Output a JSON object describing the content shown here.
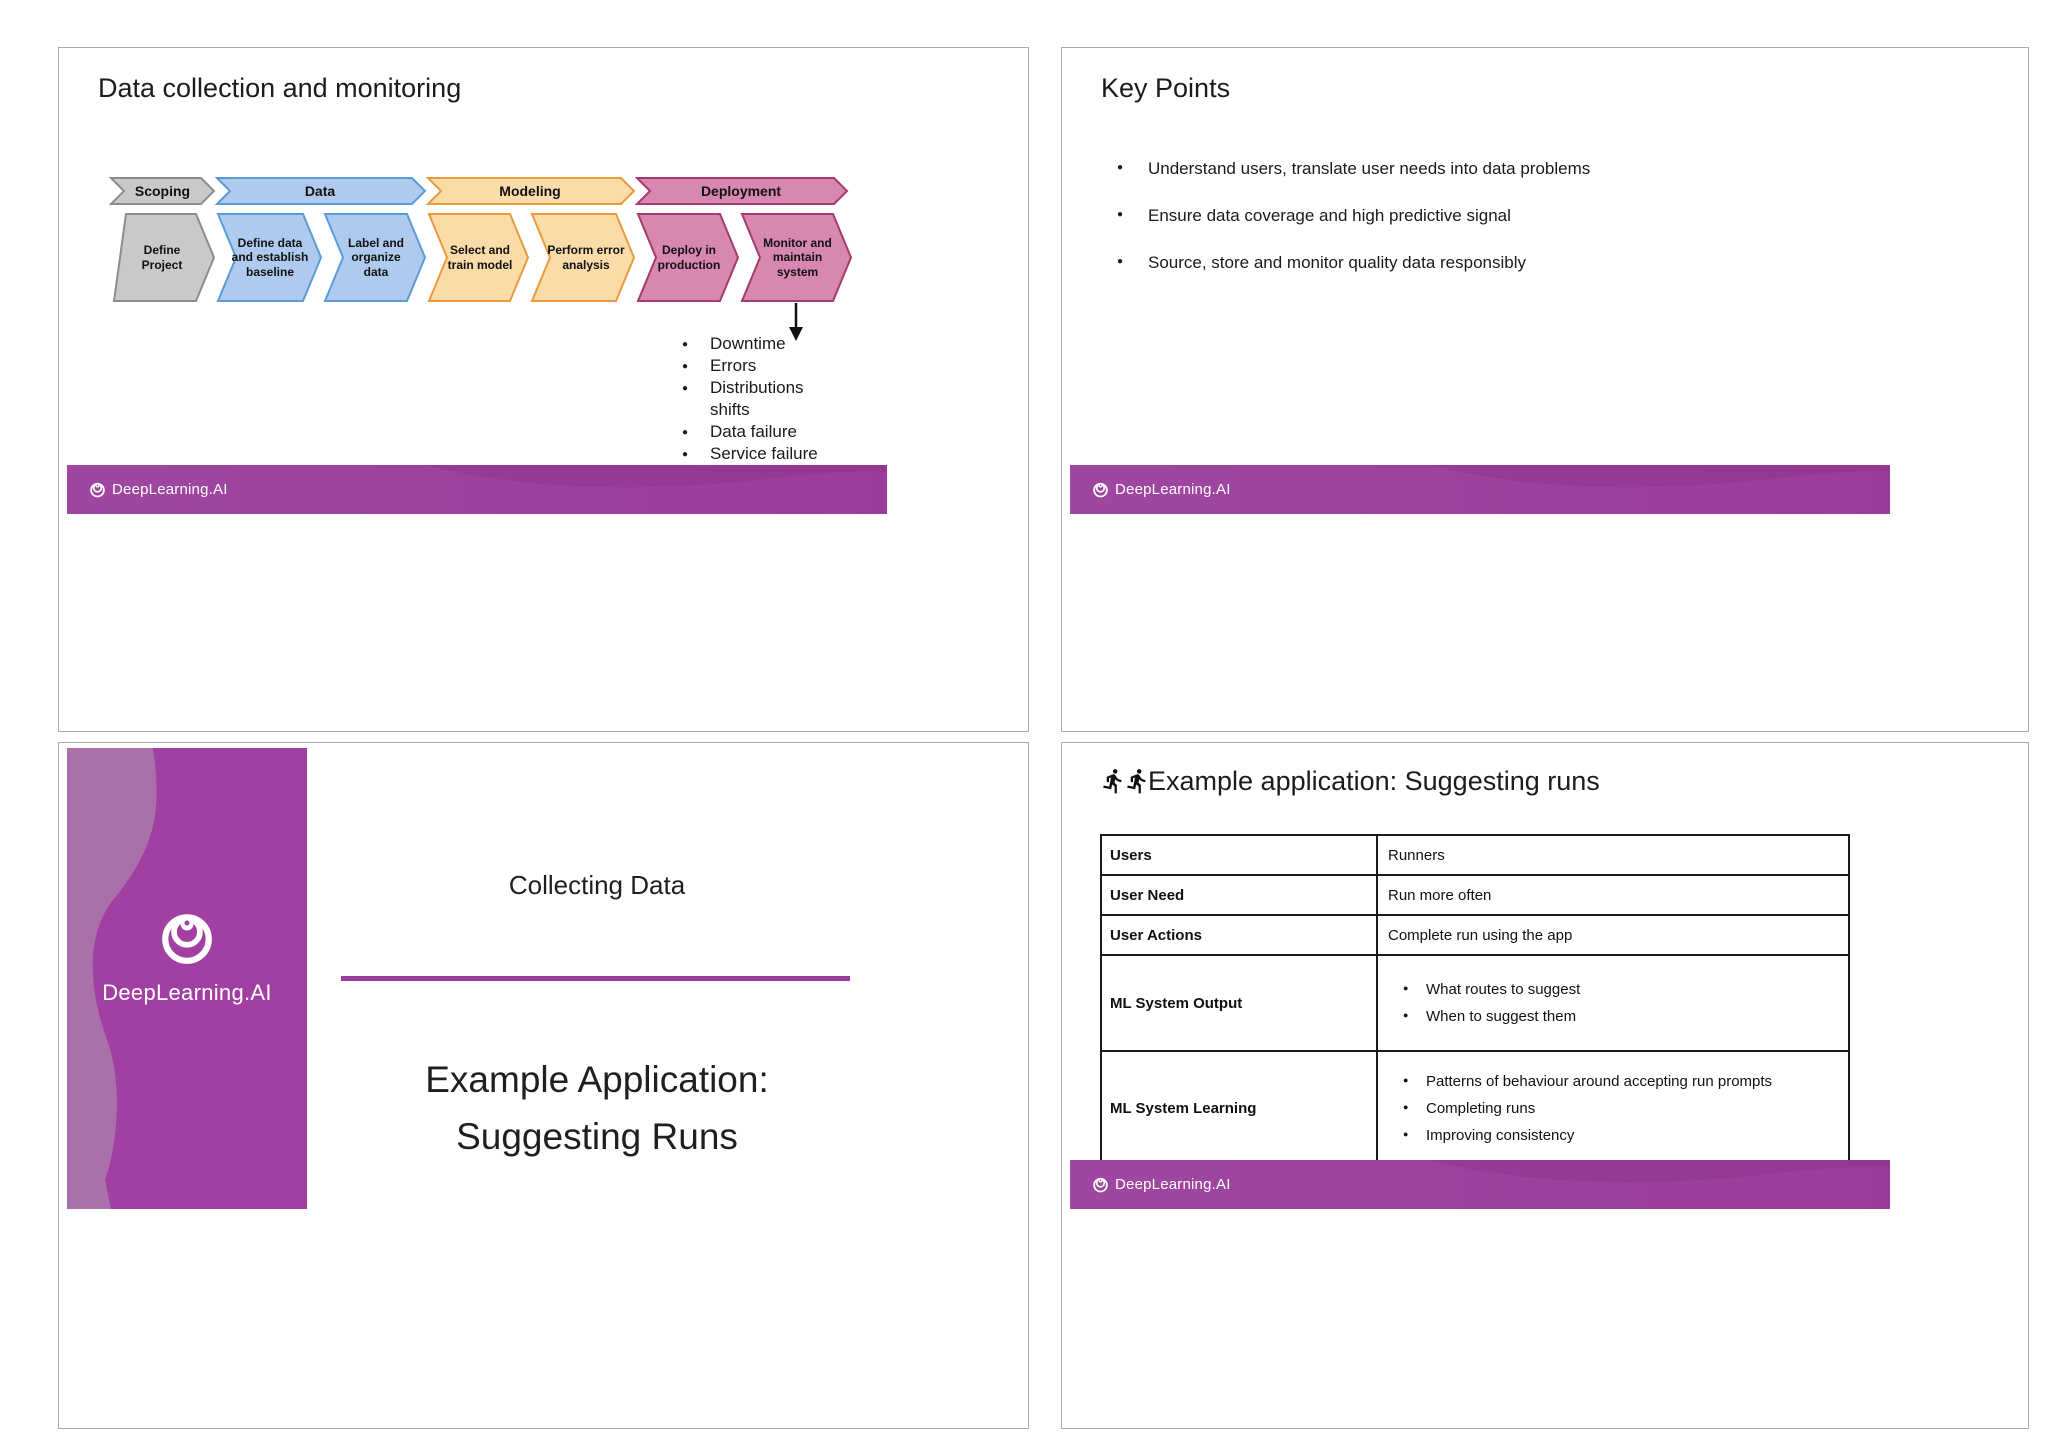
{
  "brand": {
    "name": "DeepLearning.AI"
  },
  "slide_tl": {
    "title": "Data collection and monitoring",
    "phases": [
      "Scoping",
      "Data",
      "Modeling",
      "Deployment"
    ],
    "steps": [
      "Define Project",
      "Define data and establish baseline",
      "Label and organize data",
      "Select and train model",
      "Perform error analysis",
      "Deploy in production",
      "Monitor and maintain system"
    ],
    "monitor_issues": [
      "Downtime",
      "Errors",
      "Distributions shifts",
      "Data failure",
      "Service failure"
    ]
  },
  "slide_tr": {
    "title": "Key Points",
    "bullets": [
      "Understand users, translate user needs into data problems",
      "Ensure data coverage and high predictive signal",
      "Source, store and monitor quality data responsibly"
    ]
  },
  "slide_bl": {
    "subtitle": "Collecting Data",
    "title_line1": "Example Application:",
    "title_line2": "Suggesting Runs"
  },
  "slide_br": {
    "title": "Example application: Suggesting runs",
    "table": {
      "rows": [
        {
          "label": "Users",
          "value": "Runners"
        },
        {
          "label": "User Need",
          "value": "Run more often"
        },
        {
          "label": "User Actions",
          "value": "Complete run using the app"
        },
        {
          "label": "ML System Output",
          "bullets": [
            "What routes to suggest",
            "When to suggest them"
          ]
        },
        {
          "label": "ML System Learning",
          "bullets": [
            "Patterns of behaviour around accepting run prompts",
            "Completing runs",
            "Improving consistency"
          ]
        }
      ]
    }
  },
  "colors": {
    "banner_purple": "#9C429C",
    "banner_wave_dark": "#8B338C",
    "sidebar_purple": "#A23FA2",
    "sidebar_swoosh": "#A970A9",
    "divider_purple": "#9B3D9B",
    "scoping_fill": "#C9C9C9",
    "scoping_border": "#8C8C8C",
    "data_fill": "#AECBEF",
    "data_border": "#5B9BD5",
    "modeling_fill": "#FBDBA7",
    "modeling_border": "#E79B3C",
    "deployment_fill": "#D787B0",
    "deployment_border": "#A53A70",
    "table_border": "#1A1A1A"
  }
}
